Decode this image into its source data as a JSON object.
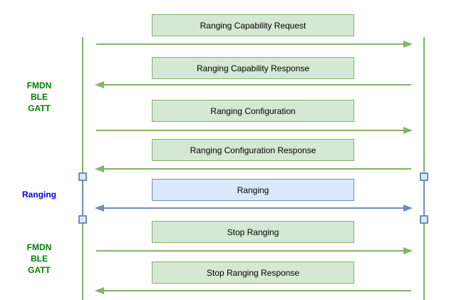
{
  "diagram": {
    "side_labels": [
      {
        "id": "fmdn-ble-gatt-top",
        "lines": [
          "FMDN",
          "BLE",
          "GATT"
        ],
        "color": "#008000"
      },
      {
        "id": "ranging",
        "lines": [
          "Ranging"
        ],
        "color": "#0000ff"
      },
      {
        "id": "fmdn-ble-gatt-bottom",
        "lines": [
          "FMDN",
          "BLE",
          "GATT"
        ],
        "color": "#008000"
      }
    ],
    "messages": [
      {
        "label": "Ranging Capability Request",
        "direction": "right",
        "style": "green"
      },
      {
        "label": "Ranging Capability Response",
        "direction": "left",
        "style": "green"
      },
      {
        "label": "Ranging Configuration",
        "direction": "right",
        "style": "green"
      },
      {
        "label": "Ranging Configuration Response",
        "direction": "left",
        "style": "green"
      },
      {
        "label": "Ranging",
        "direction": "both",
        "style": "blue"
      },
      {
        "label": "Stop Ranging",
        "direction": "right",
        "style": "green"
      },
      {
        "label": "Stop Ranging Response",
        "direction": "left",
        "style": "green"
      }
    ]
  },
  "colors": {
    "background": "#ffffff",
    "green_box_fill": "#d5e8d4",
    "green_box_border": "#82b366",
    "green_arrow": "#82b366",
    "blue_box_fill": "#dae8fc",
    "blue_box_border": "#6c8ebf",
    "blue_arrow": "#6c8ebf",
    "green_label_text": "#008000",
    "blue_label_text": "#0000ff",
    "box_text": "#000000"
  }
}
